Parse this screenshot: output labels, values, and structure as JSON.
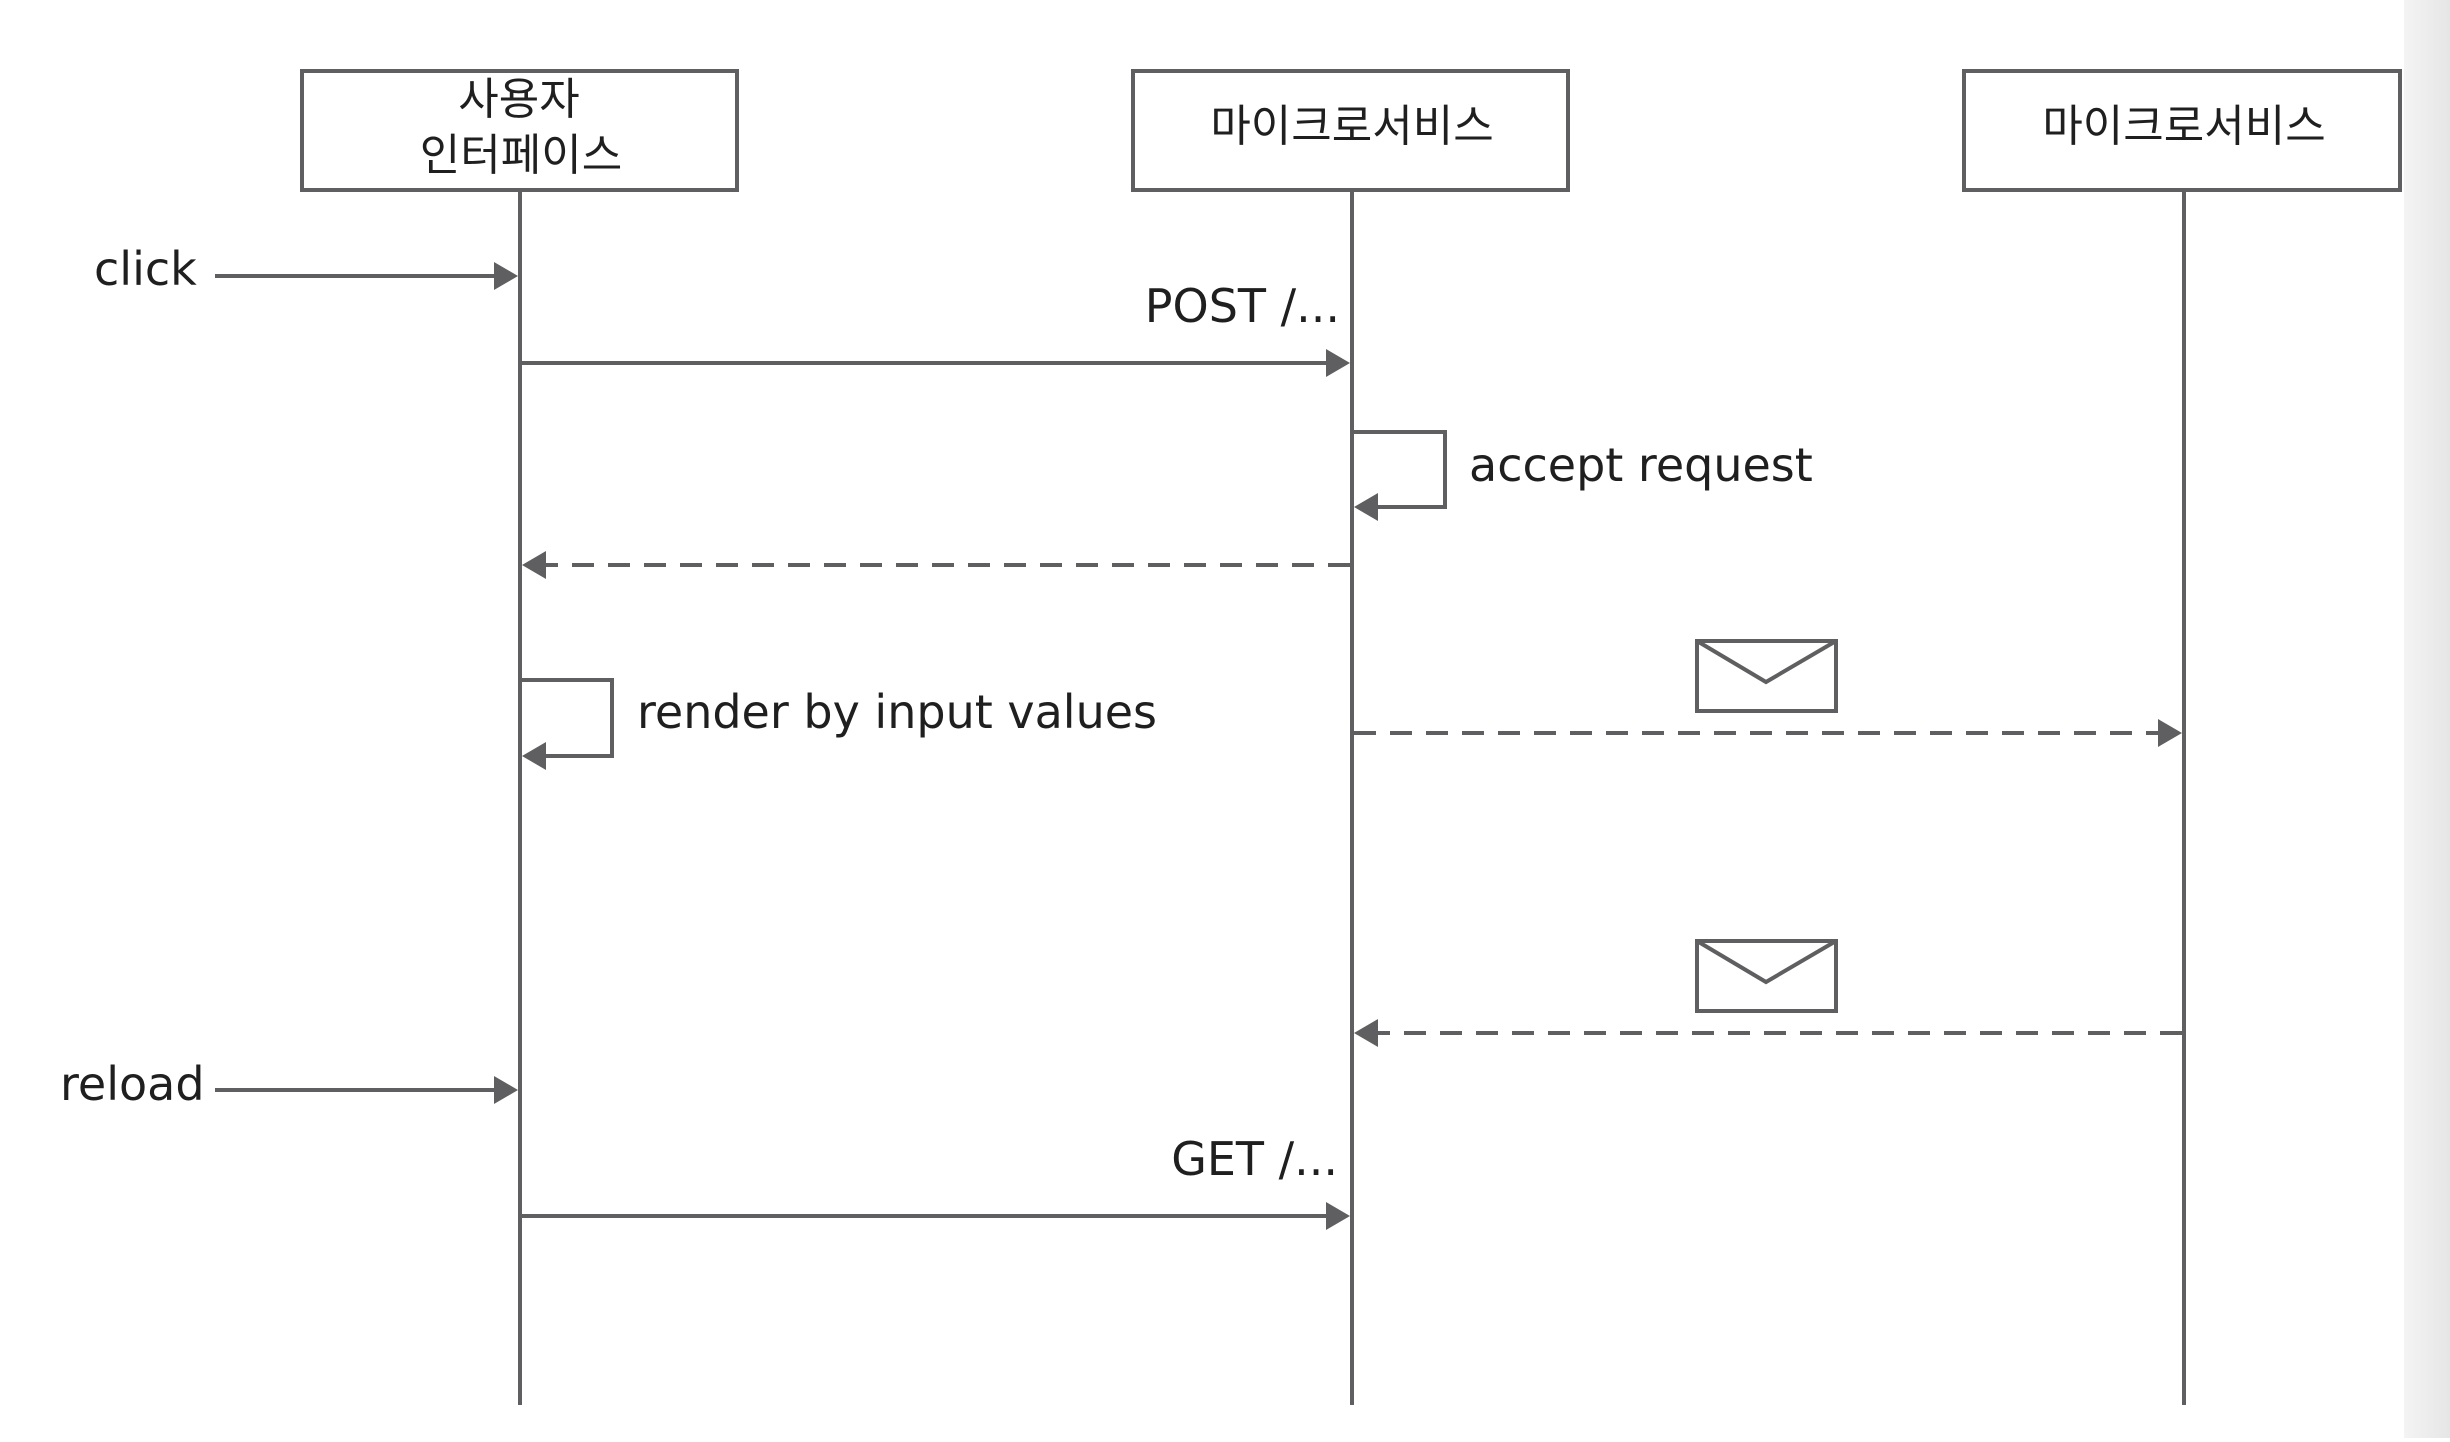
{
  "participants": {
    "ui": {
      "line1": "사용자",
      "line2": "인터페이스"
    },
    "service_a": {
      "label": "마이크로서비스"
    },
    "service_b": {
      "label": "마이크로서비스"
    }
  },
  "messages": {
    "click": "click",
    "post": "POST /...",
    "accept": "accept request",
    "render": "render by input values",
    "reload": "reload",
    "get": "GET /..."
  },
  "icons": {
    "outgoing_message": "envelope-icon",
    "incoming_message": "envelope-icon"
  },
  "colors": {
    "line": "#5f5f61",
    "text": "#1f1f1f",
    "background": "#ffffff"
  }
}
